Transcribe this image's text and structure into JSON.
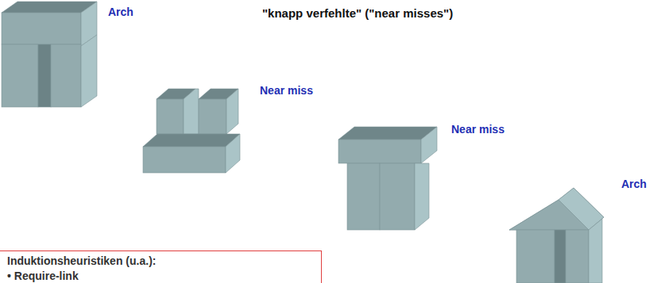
{
  "diagram": {
    "title": "\"knapp verfehlte\" (\"near misses\")",
    "nodes": [
      {
        "text": [
          "Induktionsheuristiken (u.a.):",
          "• Require-link"
        ]
      }
    ],
    "labels": [
      "Arch",
      "Near miss",
      "Near miss",
      "Arch"
    ]
  }
}
